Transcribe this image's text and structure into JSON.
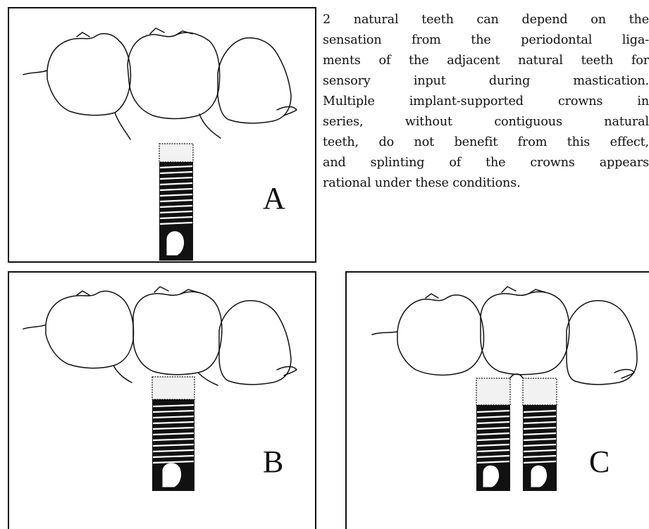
{
  "figure": {
    "panels": [
      {
        "label": "A"
      },
      {
        "label": "B"
      },
      {
        "label": "C"
      }
    ]
  },
  "body_text": {
    "lines": [
      "2 natural teeth can depend on the",
      "sensation from the periodontal liga-",
      "ments of the adjacent natural teeth for",
      "sensory input during mastication.",
      "Multiple implant-supported crowns in",
      "series, without contiguous natural",
      "teeth, do not benefit from this effect,",
      "and splinting of the crowns appears",
      "rational under these conditions."
    ]
  }
}
